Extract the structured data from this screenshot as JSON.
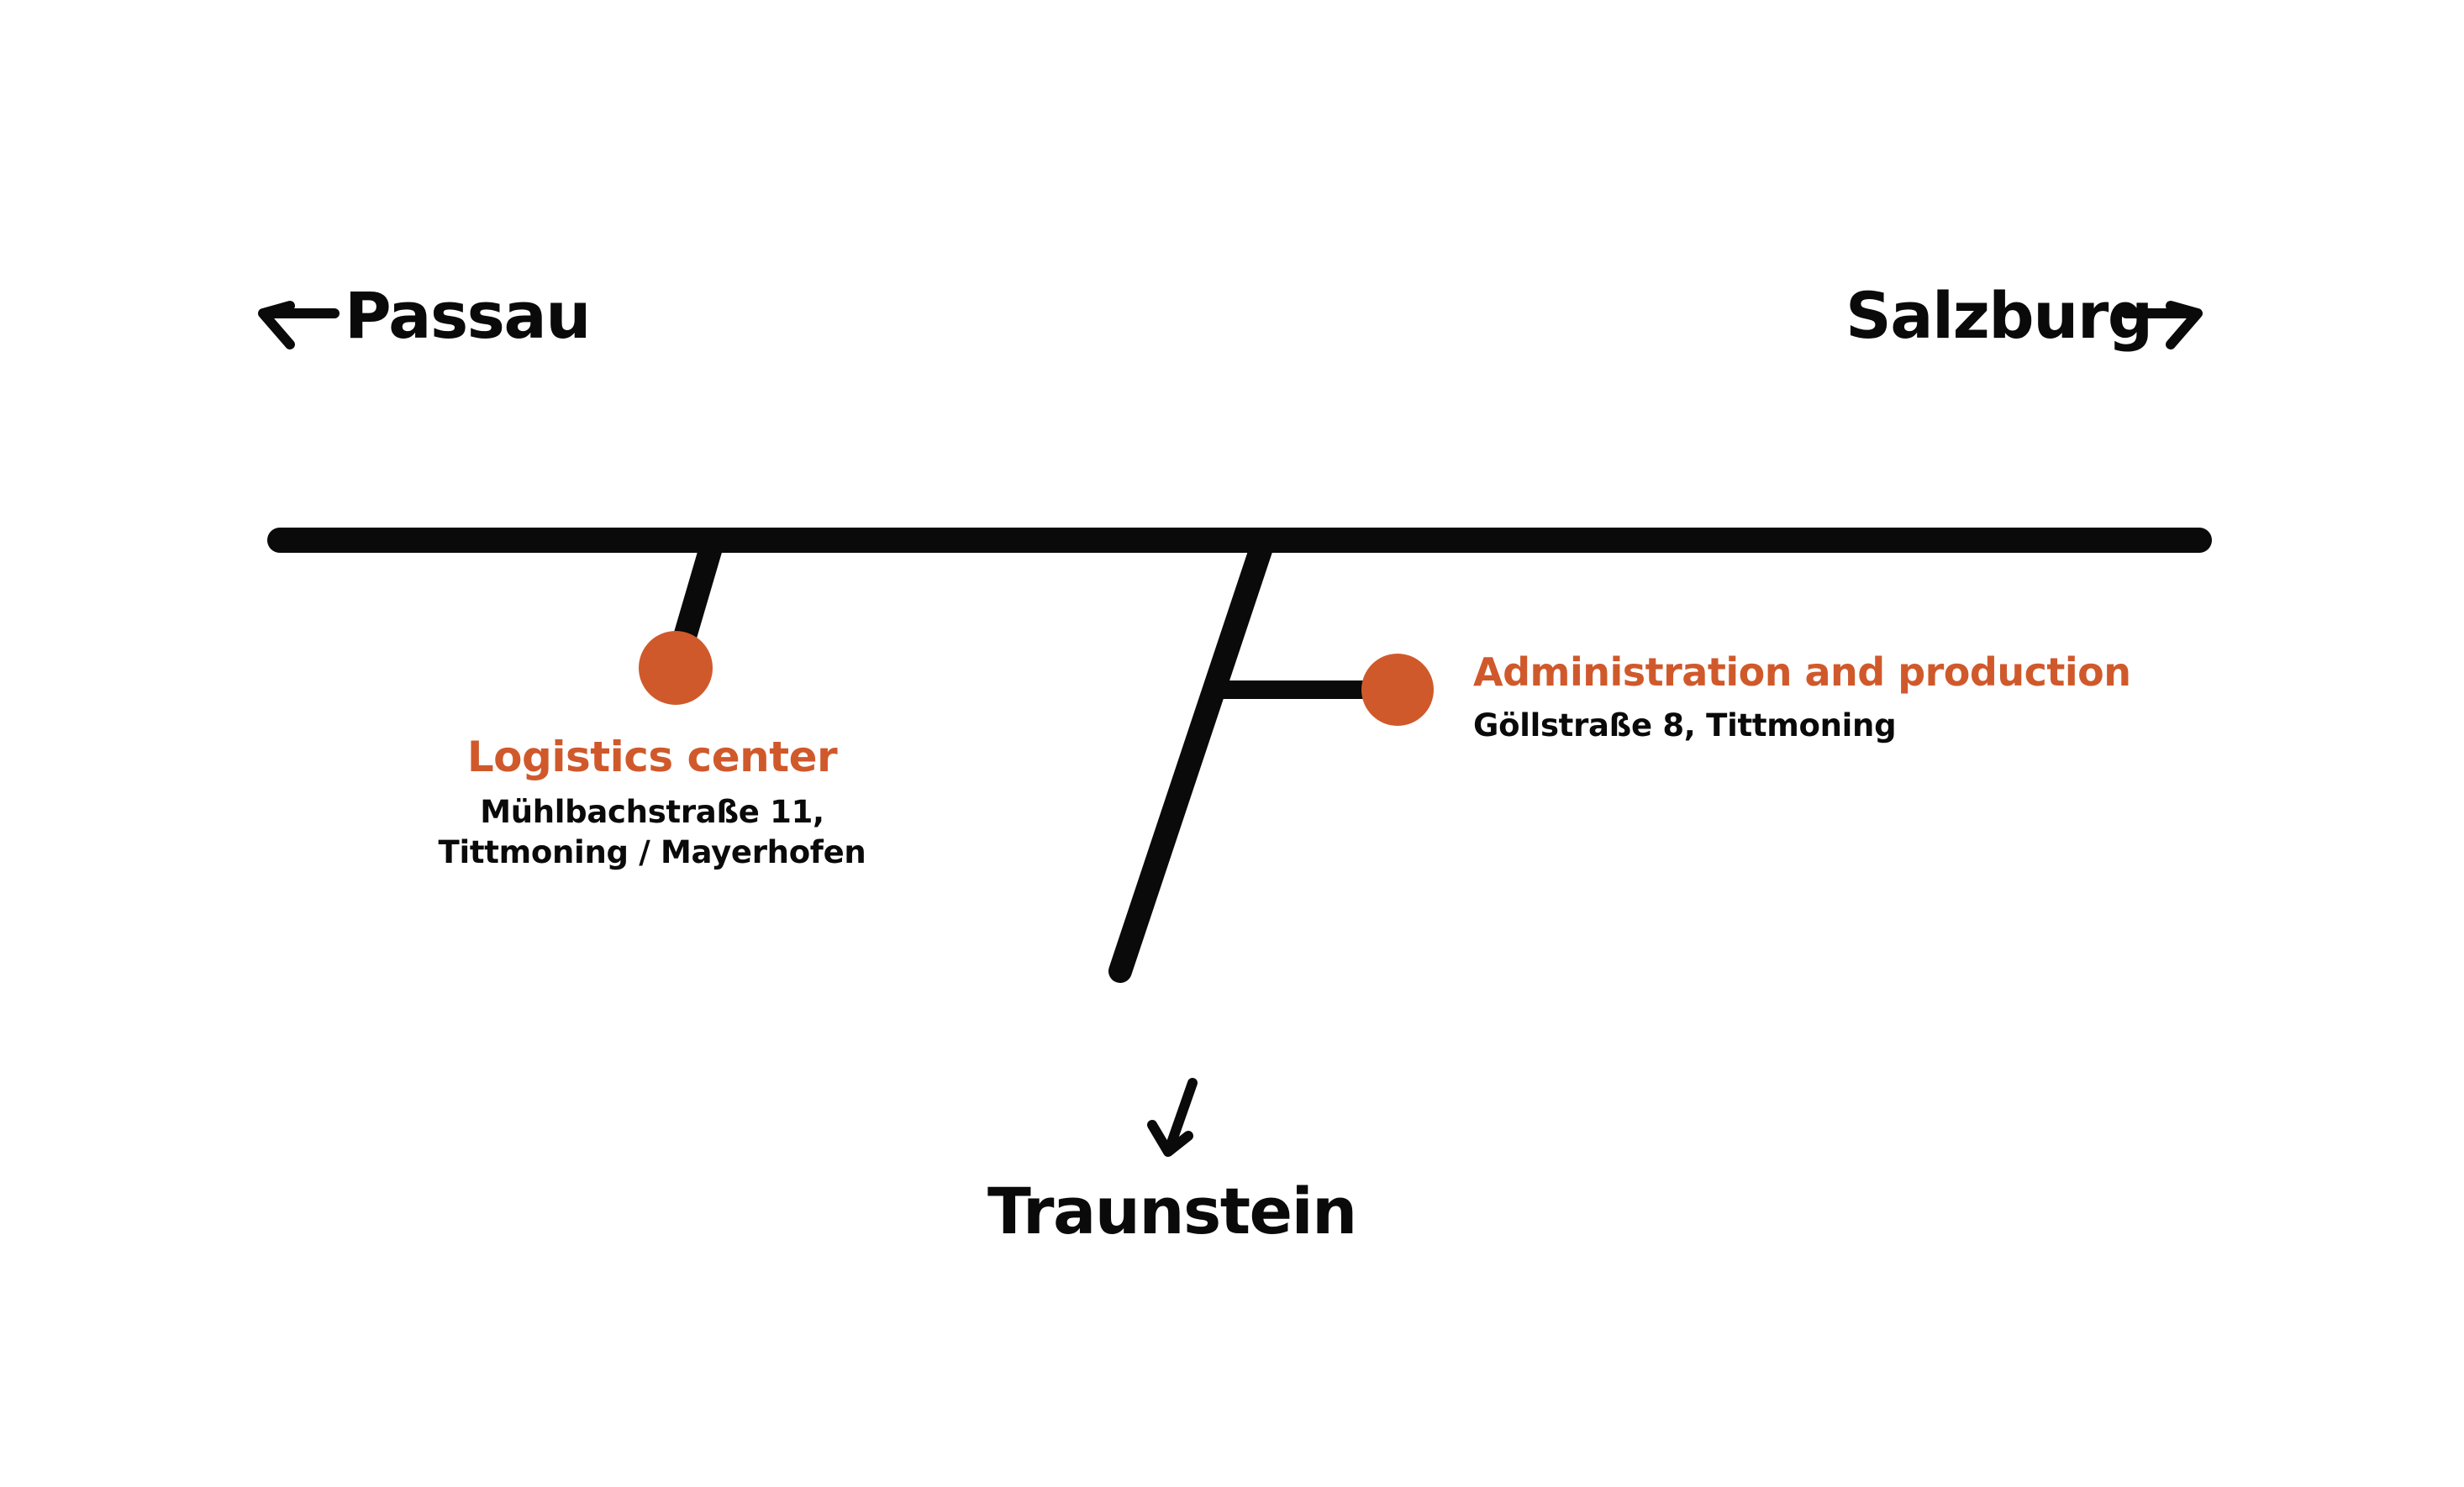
{
  "colors": {
    "accent": "#D0592B",
    "ink": "#0A0A0A",
    "background": "#FFFFFF"
  },
  "diagram": {
    "directions": {
      "west": {
        "city": "Passau",
        "icon": "arrow-left"
      },
      "east": {
        "city": "Salzburg",
        "icon": "arrow-right"
      }
    },
    "locations": {
      "logistics": {
        "title": "Logistics center",
        "address_line1": "Mühlbachstraße 11,",
        "address_line2": "Tittmoning / Mayerhofen"
      },
      "administration": {
        "title": "Administration and production",
        "address": "Göllstraße 8, Tittmoning"
      }
    },
    "south_branch": {
      "city": "Traunstein",
      "icon": "arrow-down-left"
    }
  }
}
